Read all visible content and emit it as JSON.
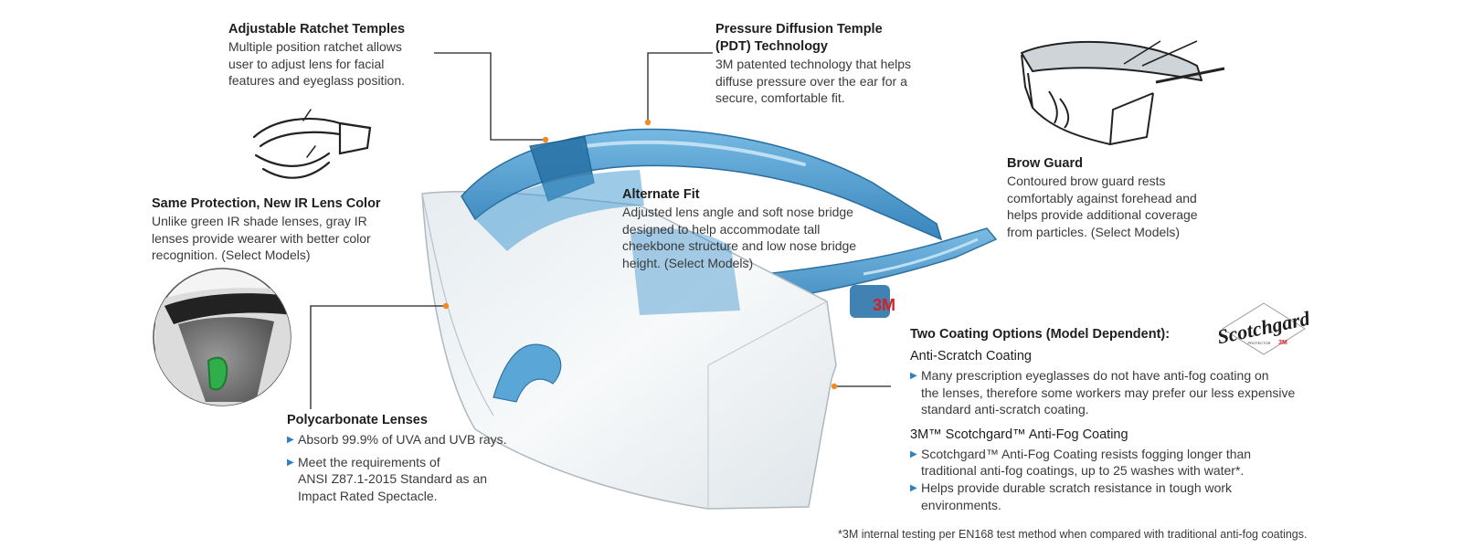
{
  "callouts": {
    "ratchet": {
      "title": "Adjustable Ratchet Temples",
      "lines": [
        "Multiple position ratchet allows",
        "user to adjust lens for facial",
        "features and eyeglass position."
      ]
    },
    "pdt": {
      "title_lines": [
        "Pressure Diffusion Temple",
        "(PDT) Technology"
      ],
      "lines": [
        "3M patented technology that helps",
        "diffuse pressure over the ear for a",
        "secure, comfortable fit."
      ]
    },
    "brow": {
      "title": "Brow Guard",
      "lines": [
        "Contoured brow guard rests",
        "comfortably against forehead and",
        "helps provide additional coverage",
        "from particles. (Select Models)"
      ]
    },
    "ir": {
      "title": "Same Protection, New IR Lens Color",
      "lines": [
        "Unlike green IR shade lenses, gray IR",
        "lenses provide wearer with better color",
        "recognition. (Select Models)"
      ]
    },
    "alternate": {
      "title": "Alternate Fit",
      "lines": [
        "Adjusted lens angle and soft nose bridge",
        "designed to help accommodate tall",
        "cheekbone structure and low nose bridge",
        "height. (Select Models)"
      ]
    },
    "poly": {
      "title": "Polycarbonate Lenses",
      "bullets": [
        [
          "Absorb 99.9% of UVA and UVB rays."
        ],
        [
          "Meet the requirements of",
          "ANSI Z87.1-2015 Standard as an",
          "Impact Rated Spectacle."
        ]
      ]
    },
    "coating": {
      "title": "Two Coating Options (Model Dependent):",
      "scratch_title": "Anti-Scratch Coating",
      "scratch_bullets": [
        [
          "Many prescription eyeglasses do not have anti-fog coating on",
          "the lenses, therefore some workers may prefer our less expensive",
          "standard anti-scratch coating."
        ]
      ],
      "fog_title": "3M™ Scotchgard™ Anti-Fog Coating",
      "fog_bullets": [
        [
          "Scotchgard™ Anti-Fog Coating resists fogging longer than",
          "traditional anti-fog coatings, up to 25 washes with water*."
        ],
        [
          "Helps provide durable scratch resistance in tough work",
          "environments."
        ]
      ]
    }
  },
  "logo": {
    "brand": "Scotchgard",
    "sub": "PROTECTOR",
    "maker": "3M"
  },
  "temple_mark": "3M",
  "footnote": "*3M internal testing per EN168 test method when compared with traditional anti-fog coatings.",
  "colors": {
    "frame_blue": "#3d93cc",
    "frame_dark": "#1f6699",
    "accent_orange": "#f08a24",
    "bullet_blue": "#2f7fc1",
    "logo_red": "#d32027",
    "ir_green": "#2fae4a"
  }
}
